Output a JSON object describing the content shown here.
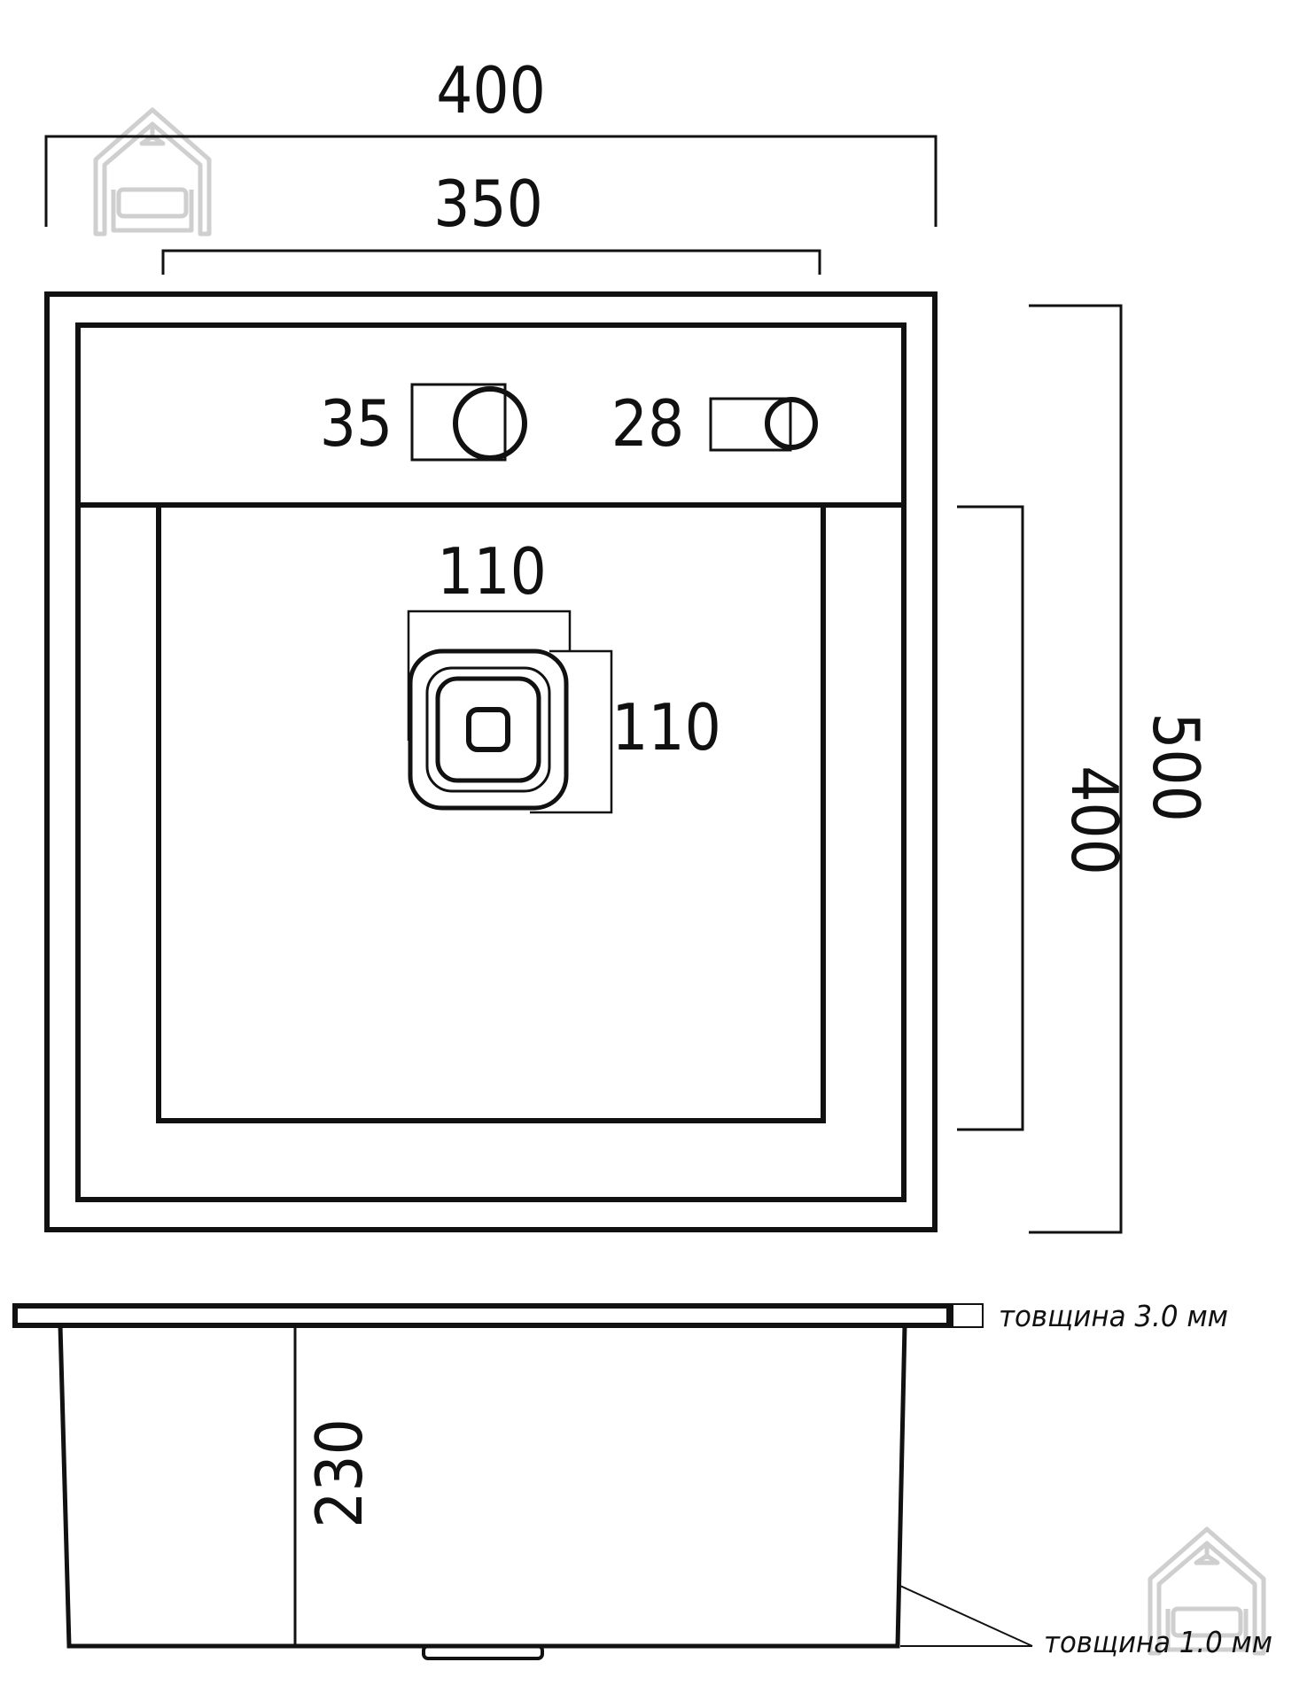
{
  "plan_view": {
    "overall_width": "400",
    "bowl_width": "350",
    "overall_length": "500",
    "bowl_length": "400",
    "tap_hole_1": "35",
    "tap_hole_2": "28",
    "drain_width": "110",
    "drain_height": "110"
  },
  "section_view": {
    "depth": "230",
    "top_thickness_note": "товщина 3.0 мм",
    "body_thickness_note": "товщина 1.0 мм"
  },
  "colors": {
    "line": "#111111",
    "watermark": "#cfcfcf"
  },
  "icons": [
    "house-sofa-watermark-icon",
    "house-sofa-watermark-icon"
  ]
}
